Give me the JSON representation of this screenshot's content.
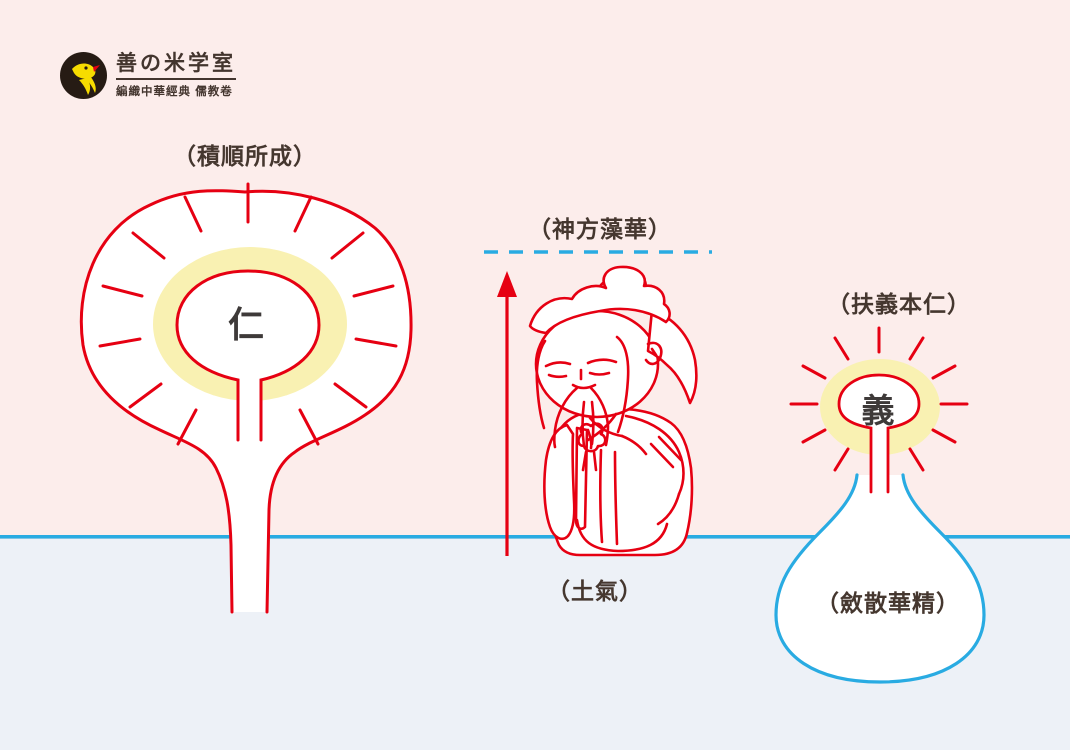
{
  "logo": {
    "title": "善の米学室",
    "subtitle": "編織中華經典 儒教卷",
    "icon": "swallow-bird-icon"
  },
  "left_tree": {
    "label": "（積順所成）",
    "core": "仁"
  },
  "center": {
    "top_label": "（神方藻華）",
    "bottom_label": "（土氣）"
  },
  "right_flask": {
    "top_label": "（扶義本仁）",
    "core": "義",
    "bottom_label": "（斂散華精）"
  },
  "colors": {
    "line_red": "#e60012",
    "line_blue": "#29abe2",
    "halo_yellow": "#f9f1b2",
    "background_pink": "#fcedeb",
    "ground_fill": "#edf1f7",
    "ink": "#43352e"
  }
}
